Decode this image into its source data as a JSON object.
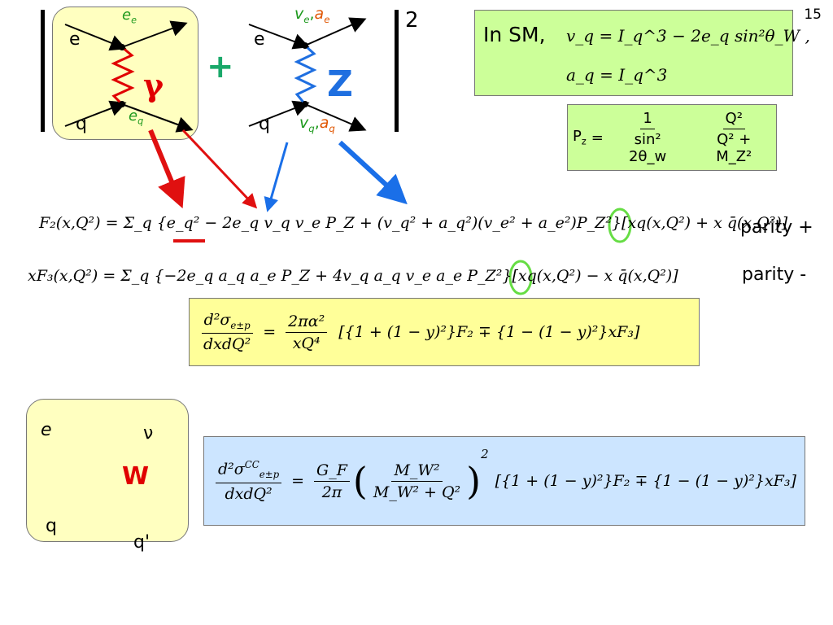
{
  "slide": {
    "number": "15"
  },
  "diagrams": {
    "photon": {
      "e_in": "e",
      "q_in": "q",
      "coupling_e": "e",
      "coupling_e_sub": "e",
      "coupling_q": "e",
      "coupling_q_sub": "q",
      "boson": "γ"
    },
    "plus_sign": "+",
    "zboson": {
      "e_in": "e",
      "q_in": "q",
      "coupling_e_v": "v",
      "coupling_e_v_sub": "e",
      "coupling_e_a": "a",
      "coupling_e_a_sub": "e",
      "coupling_q_v": "v",
      "coupling_q_v_sub": "q",
      "coupling_q_a": "a",
      "coupling_q_a_sub": "q",
      "boson": "Z"
    },
    "square_exponent": "2",
    "wboson": {
      "e_in": "e",
      "nu_out": "ν",
      "q_in": "q",
      "q_out": "q'",
      "boson": "W"
    }
  },
  "sm_box": {
    "prefix": "In SM,",
    "line1": "v_q = I_q^3 − 2e_q sin²θ_W ,",
    "line2": "a_q = I_q^3"
  },
  "pz_box": {
    "lhs": "P",
    "lhs_sub": "z",
    "eq": "=",
    "num1": "1",
    "den1": "sin² 2θ_w",
    "num2": "Q²",
    "den2": "Q² + M_Z²"
  },
  "equations": {
    "f2": "F₂(x,Q²) = Σ_q {e_q² − 2e_q v_q v_e P_Z + (v_q² + a_q²)(v_e² + a_e²)P_Z²}[xq(x,Q²) + x q̄(x,Q²)]",
    "f2_label": "parity +",
    "xf3": "xF₃(x,Q²) = Σ_q {−2e_q a_q a_e P_Z + 4v_q a_q v_e a_e P_Z²}[xq(x,Q²) − x q̄(x,Q²)]",
    "xf3_label": "parity -"
  },
  "nc_box": {
    "num": "d²σ",
    "sigma_sub": "e±p",
    "den": "dxdQ²",
    "factor_num": "2πα²",
    "factor_den": "xQ⁴",
    "bracket": "[{1 + (1 − y)²}F₂ ∓ {1 − (1 − y)²}xF₃]"
  },
  "cc_box": {
    "num": "d²σ",
    "sigma_sup": "CC",
    "sigma_sub": "e±p",
    "den": "dxdQ²",
    "g_num": "G_F",
    "g_den": "2π",
    "m_num": "M_W²",
    "m_den": "M_W² + Q²",
    "power": "2",
    "bracket": "[{1 + (1 − y)²}F₂ ∓ {1 − (1 − y)²}xF₃]"
  },
  "colors": {
    "diagram_box": "#ffffc0",
    "sm_box": "#ccff99",
    "nc_box": "#ffff99",
    "cc_box": "#cce5ff",
    "photon_spring": "#e00000",
    "z_spring": "#1f6fe0",
    "green_circle": "#66dd44",
    "arrow_red": "#e01010",
    "arrow_blue": "#1a6fe8"
  }
}
